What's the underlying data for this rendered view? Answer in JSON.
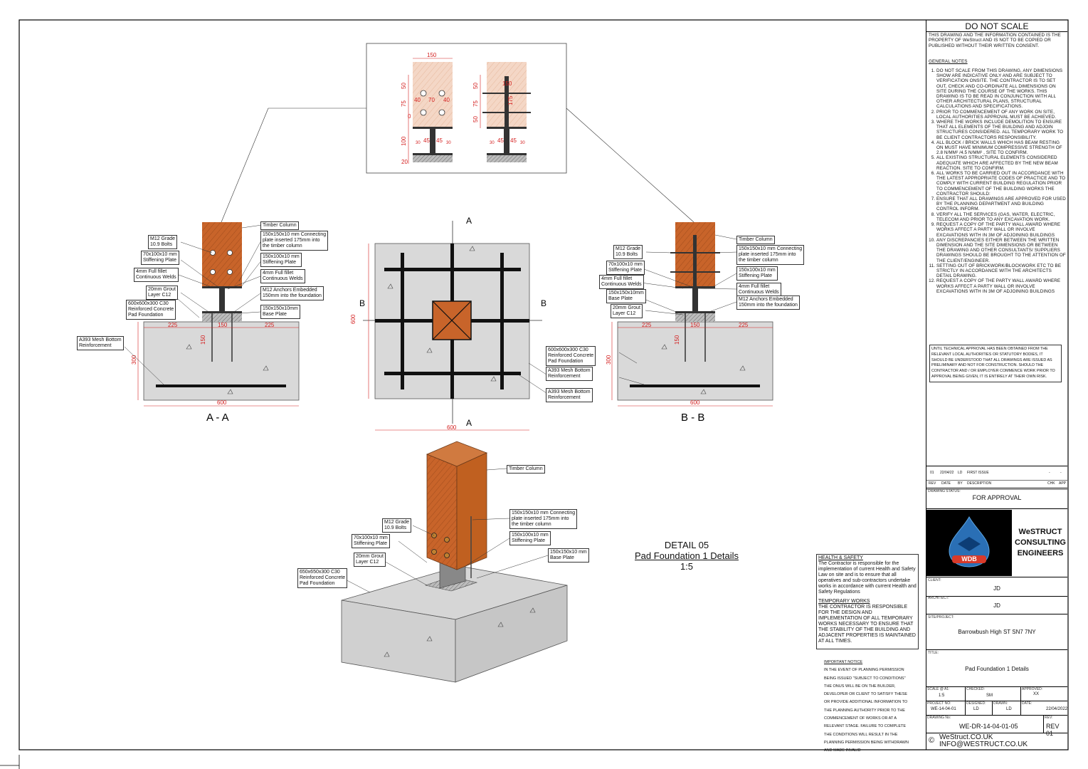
{
  "warning": {
    "title": "DO NOT SCALE",
    "copyright": "THIS DRAWING AND THE INFORMATION CONTAINED IS THE PROPERTY OF WeStruct AND IS NOT TO BE COPIED OR PUBLISHED WITHOUT THEIR WRITTEN CONSENT."
  },
  "general_notes": {
    "heading": "GENERAL  NOTES",
    "items": [
      "DO NOT SCALE FROM THIS DRAWING, ANY DIMENSIONS SHOW ARE INDICATIVE ONLY AND ARE SUBJECT TO VERIFICATION ONSITE. THE CONTRACTOR IS TO SET OUT, CHECK AND CO-ORDINATE ALL DIMENSIONS ON SITE DURING THE COURSE OF THE WORKS. THIS DRAWING IS TO BE READ IN CONJUNCTION WITH ALL OTHER ARCHITECTURAL PLANS, STRUCTURAL CALCULATIONS AND SPECIFICATIONS.",
      "PRIOR TO COMMENCEMENT OF ANY WORK ON SITE, LOCAL AUTHORITIES APPROVAL MUST BE ACHIEVED.",
      "WHERE THE WORKS INCLUDE DEMOLITION TO ENSURE THAT ALL ELEMENTS OF THE BUILDING AND ADJOIN STRUCTURES CONSIDERED. ALL TEMPORARY WORK TO BE CLIENT CONTRACTORS RESPONSIBILITY.",
      "ALL BLOCK / BRICK WALLS WHICH HAS BEAM RESTING ON MUST HAVE MINIMUM COMPRESSIVE STRENGTH OF 2.8 N/MM² /4.5 N/MM² , SITE TO CONFIRM.",
      "ALL EXISTING STRUCTURAL ELEMENTS CONSIDERED ADEQUATE WHICH ARE AFFECTED BY THE NEW BEAM REACTION. SITE TO CONFIRM.",
      "ALL WORKS TO BE CARRIED OUT IN ACCORDANCE WITH THE LATEST APPROPRIATE CODES OF PRACTICE AND TO COMPLY WITH CURRENT BUILDING REGULATION PRIOR TO COMMENCEMENT OF THE BUILDING WORKS THE CONTRACTOR SHOULD:",
      "ENSURE THAT ALL DRAWINGS ARE APPROVED FOR USED BY THE PLANNING DEPARTMENT AND BUILDING CONTROL INFORM.",
      "VERIFY ALL THE SERVICES (GAS, WATER, ELECTRIC, TELECOM AND PRIOR TO ANY EXCAVATION WORK.",
      "REQUEST A COPY OF THE PARTY WALL AWARD WHERE WORKS AFFECT A  PARTY WALL OR INVOLVE EXCAVATIONS WITH IN 3M  OF ADJOINING BUILDINGS",
      "ANY DISCREPANCIES EITHER BETWEEN THE WRITTEN DIMENSION AND THE SITE DIMENSIONS OR BETWEEN THE DRAWING AND  OTHER CONSULTANTS/ SUPPLIERS DRAWINGS SHOULD BE BROUGHT TO THE ATTENTION OF THE CLIENT/ENGINEER.",
      "SETTING OUT OF BRICKWORK/BLOCKWORK ETC TO BE STRICTLY IN ACCORDANCE WITH THE ARCHITECTS DETAIL DRAWING.",
      "REQUEST A COPY OF THE    PARTY WALL AWARD WHERE WORKS AFFECT A    PARTY WALL OR INVOLVE EXCAVATIONS WITH IN 3M     OF ADJOINING BUILDINGS"
    ]
  },
  "approval_note": "UNTIL TECHNICAL APPROVAL HAS BEEN OBTAINED FROM THE RELEVANT LOCAL AUTHORITIES OR STATUTORY BODIES, IT SHOULD BE UNDERSTOOD THAT ALL DRAWINGS ARE ISSUED AS PRELIMINARY AND NOT FOR CONSTRUCTION. SHOULD THE CONTRACTOR AND / OR EMPLOYER COMMENCE WORK PRIOR TO APPROVAL BEING GIVEN, IT IS ENTIRELY AT THEIR OWN RISK.",
  "revision": {
    "row": [
      "01",
      "22/04/22",
      "LD",
      "FIRST ISSUE",
      "-",
      "-"
    ],
    "headers": [
      "REV",
      "DATE",
      "BY",
      "DESCRIPTION",
      "CHK",
      "APP"
    ]
  },
  "status": {
    "label": "DRAWING STATUS:",
    "value": "FOR APPROVAL"
  },
  "company": {
    "logo_text": "WDB",
    "name": "WeSTRUCT\nCONSULTING\nENGINEERS"
  },
  "client": {
    "label": "CLIENT:",
    "value": "JD"
  },
  "architect": {
    "label": "ARCHITECT:",
    "value": "JD"
  },
  "project": {
    "label": "SITE/PROJECT:",
    "value": "Barrowbush High ST SN7 7NY"
  },
  "title_block": {
    "label": "TITLE:",
    "value": "Pad Foundation 1 Details"
  },
  "scale": {
    "label": "SCALE @ A1:",
    "value": "1:5"
  },
  "checked": {
    "label": "CHECKED:",
    "value": "SM"
  },
  "approved": {
    "label": "APPROVED:",
    "value": "XX"
  },
  "project_no": {
    "label": "PROJECT NO:",
    "value": "WE-14-04-01"
  },
  "designed": {
    "label": "DESIGNED:",
    "value": "LD"
  },
  "drawn": {
    "label": "DRAWN:",
    "value": "LD"
  },
  "date": {
    "label": "DATE:",
    "value": "22/04/2022"
  },
  "drawing_no": {
    "label": "DRAWING No:",
    "value": "WE-DR-14-04-01-05"
  },
  "rev": {
    "label": "REV:",
    "value": "REV 01"
  },
  "contact": {
    "symbol": "©",
    "web": "WeStruct.CO.UK",
    "email": "INFO@WESTRUCT.CO.UK"
  },
  "detail": {
    "line1": "DETAIL 05",
    "line2": "Pad Foundation 1 Details",
    "line3": "1:5"
  },
  "health_safety": {
    "heading": "HEALTH  &  SAFETY",
    "text": "The Contractor is responsible for the implementation of current Health and Safety Law on site and is to ensure that all operatives and sub-contractors undertake works in accordance with current Health and Safety Regulations",
    "temp_heading": "TEMPORARY WORKS",
    "temp_text": "THE CONTRACTOR IS RESPONSIBLE FOR THE DESIGN AND IMPLEMENTATION OF ALL TEMPORARY WORKS NECESSARY TO ENSURE THAT THE STABILITY OF THE BUILDING AND ADJACENT PROPERTIES IS MAINTAINED AT ALL TIMES."
  },
  "important": {
    "heading": "IMPORTANT NOTICE",
    "text": "IN THE EVENT OF PLANNING PERMISSION BEING ISSUED \"SUBJECT TO CONDITIONS\" THE ONUS WILL BE ON THE BUILDER, DEVELOPER OR CLIENT TO SATISFY THESE OR PROVIDE ADDITIONAL INFORMATION TO THE PLANNING AUTHORITY PRIOR TO THE COMMENCEMENT OF WORKS OR AT A RELEVANT STAGE. FAILURE TO COMPLETE THE CONDITIONS WILL RESULT IN THE PLANNING PERMISSION BEING WITHDRAWN AND MADE INVALID"
  },
  "sections": {
    "aa": "A - A",
    "bb": "B - B",
    "mark_a": "A",
    "mark_b": "B"
  },
  "labels": {
    "timber": "Timber Column",
    "plate": "150x150x10 mm Connecting\nplate inserted 175mm into\nthe timber column",
    "stiff_a": "150x100x10 mm\nStiffening Plate",
    "stiff_b": "70x100x10 mm\nStiffening Plate",
    "bolts": "M12 Grade\n10.9 Bolts",
    "welds": "4mm Full fillet\nContinuous Welds",
    "grout": "20mm Grout\nLayer C12",
    "anchors": "M12 Anchors Embedded\n150mm into the foundation",
    "base": "150x150x10mm\nBase Plate",
    "base_iso": "150x150x10 mm\nBase Plate",
    "pad": "600x600x300 C30\nReinforced Concrete\nPad Foundation",
    "pad_iso": "650x650x300 C30\nReinforced Concrete\nPad Foundation",
    "mesh": "A393 Mesh Bottom\nReinforcement"
  },
  "dims": {
    "d150": "150",
    "d225": "225",
    "d600": "600",
    "d300": "300",
    "d50": "50",
    "d75": "75",
    "d40": "40",
    "d70": "70",
    "d45": "45",
    "d30": "30",
    "d100": "100",
    "d20": "20",
    "d175": "175",
    "d0": "0"
  }
}
